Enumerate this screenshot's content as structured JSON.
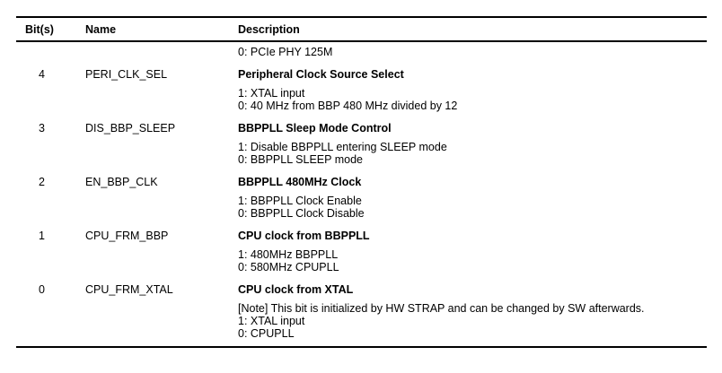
{
  "page": {
    "background_color": "#ffffff",
    "text_color": "#000000",
    "rule_color": "#000000"
  },
  "table": {
    "columns": [
      "Bit(s)",
      "Name",
      "Description"
    ],
    "rows": [
      {
        "bit": "",
        "name": "",
        "title": "",
        "lines": [
          "0: PCIe PHY 125M"
        ]
      },
      {
        "bit": "4",
        "name": "PERI_CLK_SEL",
        "title": "Peripheral Clock Source Select",
        "lines": [
          "1: XTAL input",
          "0: 40 MHz from BBP 480 MHz divided by 12"
        ]
      },
      {
        "bit": "3",
        "name": "DIS_BBP_SLEEP",
        "title": "BBPPLL Sleep Mode Control",
        "lines": [
          "1: Disable BBPPLL entering SLEEP mode",
          "0: BBPPLL SLEEP mode"
        ]
      },
      {
        "bit": "2",
        "name": "EN_BBP_CLK",
        "title": "BBPPLL 480MHz Clock",
        "lines": [
          "1: BBPPLL Clock Enable",
          "0: BBPPLL Clock Disable"
        ]
      },
      {
        "bit": "1",
        "name": "CPU_FRM_BBP",
        "title": "CPU clock from BBPPLL",
        "lines": [
          "1: 480MHz BBPPLL",
          "0: 580MHz CPUPLL"
        ]
      },
      {
        "bit": "0",
        "name": "CPU_FRM_XTAL",
        "title": "CPU clock from XTAL",
        "lines": [
          "[Note] This bit is initialized by HW STRAP and can be changed by SW afterwards.",
          "1: XTAL input",
          "0: CPUPLL"
        ]
      }
    ]
  }
}
